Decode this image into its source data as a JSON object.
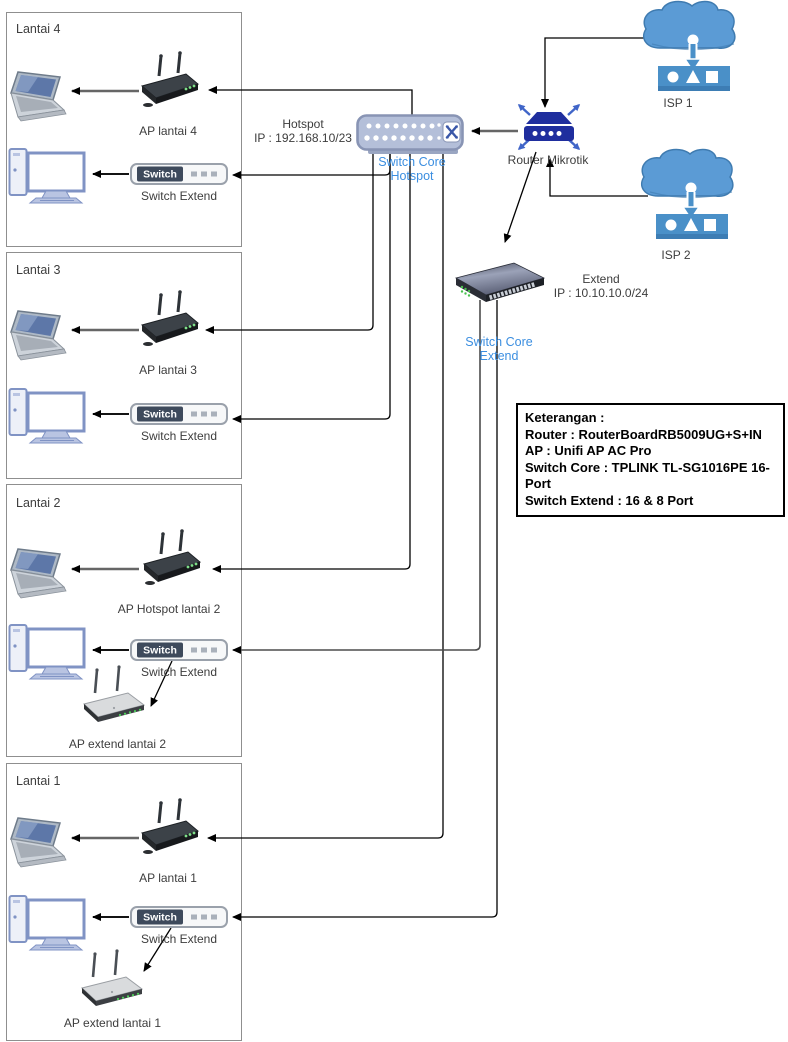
{
  "diagram": {
    "floors": [
      {
        "label": "Lantai 4",
        "ap_label": "AP lantai 4",
        "switch_label": "Switch Extend"
      },
      {
        "label": "Lantai 3",
        "ap_label": "AP lantai 3",
        "switch_label": "Switch Extend"
      },
      {
        "label": "Lantai 2",
        "ap_label": "AP Hotspot lantai 2",
        "switch_label": "Switch Extend",
        "ap_extend_label": "AP extend lantai 2"
      },
      {
        "label": "Lantai 1",
        "ap_label": "AP lantai 1",
        "switch_label": "Switch Extend",
        "ap_extend_label": "AP extend lantai 1"
      }
    ],
    "switch_box_text": "Switch",
    "core_hotspot": {
      "name": "Hotspot",
      "ip": "IP : 192.168.10/23",
      "label": "Switch Core Hotspot"
    },
    "core_extend": {
      "name": "Extend",
      "ip": "IP : 10.10.10.0/24",
      "label": "Switch Core Extend"
    },
    "router": {
      "label": "Router Mikrotik"
    },
    "isp1": {
      "label": "ISP 1"
    },
    "isp2": {
      "label": "ISP 2"
    },
    "legend": {
      "lines": [
        "Keterangan :",
        "Router : RouterBoardRB5009UG+S+IN",
        "AP : Unifi AP AC Pro",
        "Switch Core :  TPLINK TL-SG1016PE 16-Port",
        "Switch Extend : 16 & 8 Port"
      ]
    },
    "colors": {
      "label_blue": "#3B8EE0",
      "cloud_blue": "#5B9BD5",
      "router_navy": "#1F2E9E",
      "led_green": "#49C24F",
      "core_switch_fill": "#B4BFD9"
    }
  }
}
